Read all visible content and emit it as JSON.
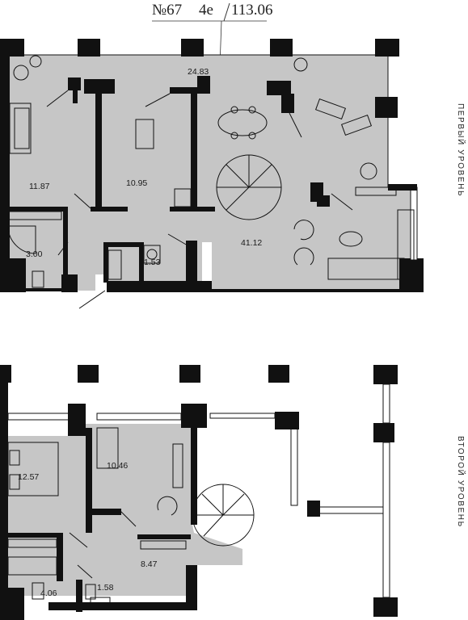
{
  "header": {
    "apartment_number": "№67",
    "rooms": "4е",
    "total_area": "113.06"
  },
  "levels": [
    {
      "label": "ПЕРВЫЙ УРОВЕНЬ",
      "rooms": [
        "24.83",
        "11.87",
        "10.95",
        "41.12",
        "3.00",
        "1.53"
      ]
    },
    {
      "label": "ВТОРОЙ УРОВЕНЬ",
      "rooms": [
        "12.57",
        "10.46",
        "8.47",
        "4.06",
        "1.58"
      ]
    }
  ],
  "colors": {
    "wall": "#111111",
    "floor": "#c6c6c6",
    "furniture_line": "#111111",
    "background": "#ffffff"
  },
  "icons": [
    "spiral-staircase-icon",
    "sofa-icon",
    "dining-table-icon",
    "bathtub-icon",
    "toilet-icon",
    "shower-icon",
    "plant-icon",
    "armchair-icon",
    "washing-machine-icon",
    "stove-icon",
    "sink-icon"
  ]
}
